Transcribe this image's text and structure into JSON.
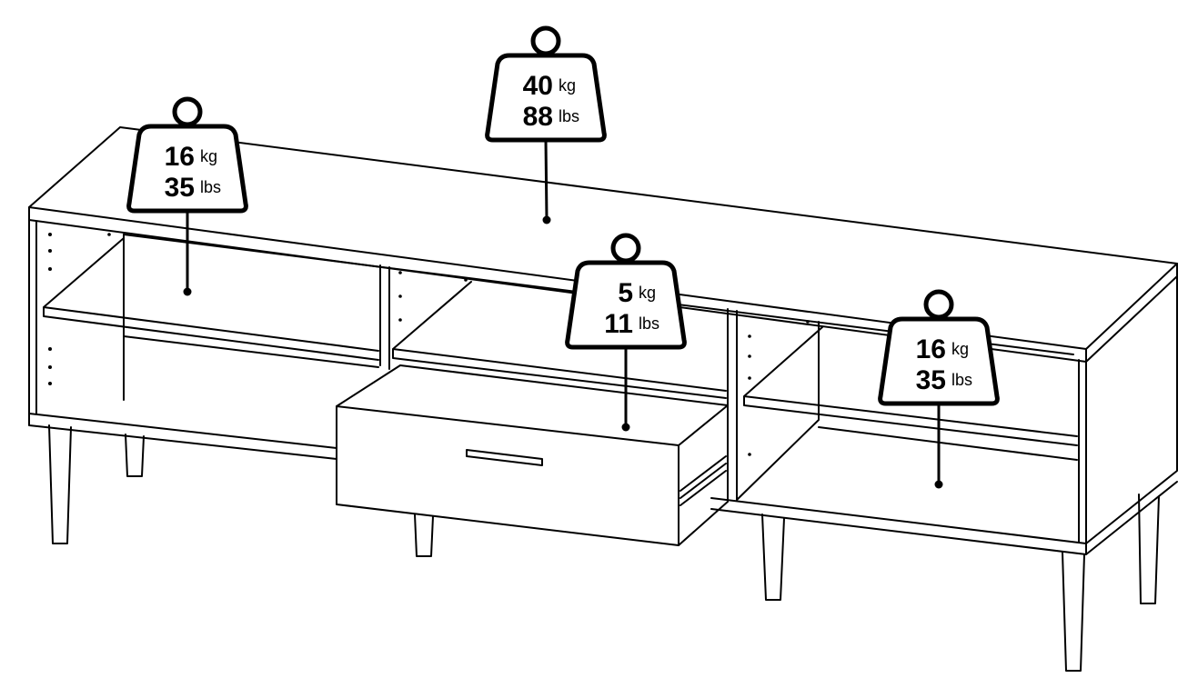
{
  "colors": {
    "line": "#000000",
    "background": "#ffffff"
  },
  "weights": [
    {
      "id": "top",
      "value_kg": "40",
      "unit_kg": "kg",
      "value_lbs": "88",
      "unit_lbs": "lbs"
    },
    {
      "id": "left-shelf",
      "value_kg": "16",
      "unit_kg": "kg",
      "value_lbs": "35",
      "unit_lbs": "lbs"
    },
    {
      "id": "drawer",
      "value_kg": "5",
      "unit_kg": "kg",
      "value_lbs": "11",
      "unit_lbs": "lbs"
    },
    {
      "id": "right-shelf",
      "value_kg": "16",
      "unit_kg": "kg",
      "value_lbs": "35",
      "unit_lbs": "lbs"
    }
  ]
}
